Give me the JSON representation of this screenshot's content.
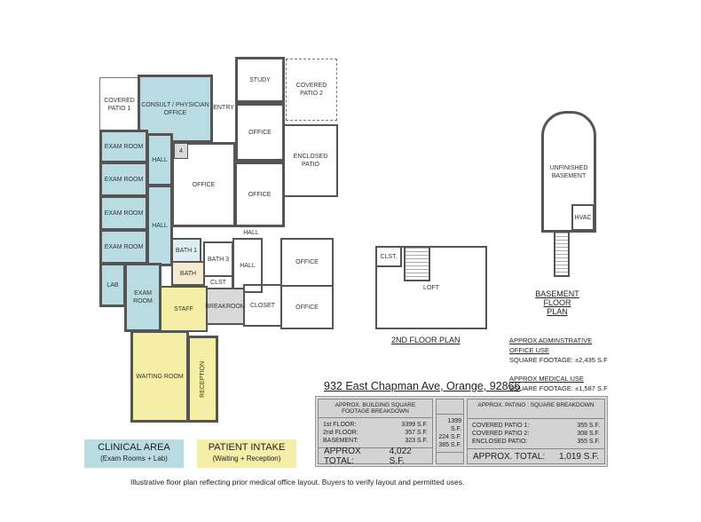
{
  "first_floor": {
    "covered_patio_1": "COVERED PATIO 1",
    "consult_office": "CONSULT / PHYSICIAN OFFICE",
    "entry": "ENTRY",
    "study": "STUDY",
    "covered_patio_2": "COVERED PATIO 2",
    "office_upper": "OFFICE",
    "enclosed_patio": "ENCLOSED PATIO",
    "office_center": "OFFICE",
    "office_mid": "OFFICE",
    "marker": "4",
    "exam_rooms": [
      "EXAM ROOM",
      "EXAM ROOM",
      "EXAM ROOM",
      "EXAM ROOM"
    ],
    "hall_upper": "HALL",
    "hall_lower": "HALL",
    "lab": "LAB",
    "exam_room_lower": "EXAM ROOM",
    "bath1": "BATH 1",
    "bath": "BATH",
    "bath3": "BATH 3",
    "clst": "CLST",
    "hall_right": "HALL",
    "hall_top": "HALL",
    "staff": "STAFF",
    "breakroom": "BREAKROOM",
    "closet": "CLOSET",
    "office_r1": "OFFICE",
    "office_r2": "OFFICE",
    "waiting": "WAITING ROOM",
    "reception": "RECEPTION"
  },
  "second_floor": {
    "clst": "CLST.",
    "loft": "LOFT",
    "title": "2ND FLOOR PLAN"
  },
  "basement": {
    "label": "UNFINISHED BASEMENT",
    "hvac": "HVAC",
    "title": "BASEMENT FLOOR PLAN"
  },
  "admin_use": {
    "line1": "APPROX ADMINSTRATIVE",
    "line2": "OFFICE USE",
    "line3": "SQUARE FOOTAGE:  ±2,435 S.F"
  },
  "medical_use": {
    "line1": "APPROX MEDICAL USE",
    "line2": "SQUARE FOOTAGE:  ±1,587 S.F"
  },
  "address": "932 East Chapman Ave, Orange, 92866",
  "building_table": {
    "header": "APPROX. BUILDING SQUARE FOOTAGE BREAKDOWN",
    "rows": [
      {
        "label": "1st FLOOR:",
        "value": "3399 S.F."
      },
      {
        "label": "2nd FLOOR:",
        "value": "357 S.F."
      },
      {
        "label": "BASEMENT:",
        "value": "323 S.F."
      }
    ],
    "total_label": "APPROX TOTAL:",
    "total_value": "4,022 S.F."
  },
  "middle_col": [
    "1399 S.F.",
    "224 S.F.",
    "385 S.F."
  ],
  "patio_table": {
    "header": "APPROX. PATINO : SQUARE BREAKDOWN",
    "rows": [
      {
        "label": "COVERED PATIO 1:",
        "value": "355 S.F."
      },
      {
        "label": "COVERED PATIO 2:",
        "value": "308 S.F."
      },
      {
        "label": "ENCLOSED PATIO:",
        "value": "355 S.F."
      }
    ],
    "total_label": "APPROX. TOTAL:",
    "total_value": "1,019 S.F."
  },
  "legend": [
    {
      "title": "CLINICAL AREA",
      "sub": "(Exam Rooms + Lab)",
      "color": "#b9dce3"
    },
    {
      "title": "PATIENT INTAKE",
      "sub": "(Waiting + Reception)",
      "color": "#f4eea6"
    }
  ],
  "caption": "Illustrative floor plan reflecting prior medical office layout. Buyers to verify layout and permitted uses."
}
